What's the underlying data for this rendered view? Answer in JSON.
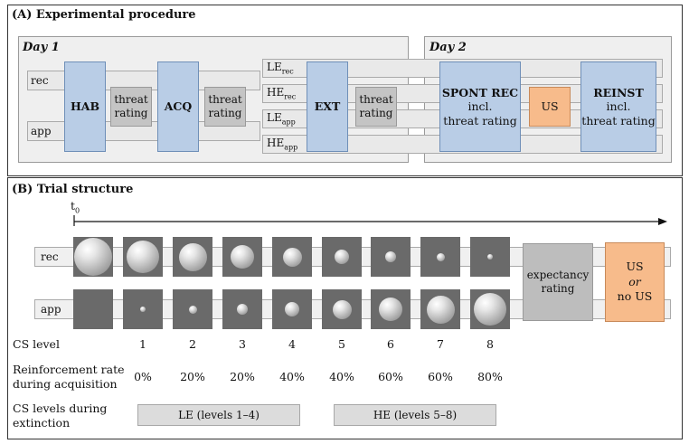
{
  "panel_a": {
    "title": "(A) Experimental procedure",
    "day1": "Day 1",
    "day2": "Day 2",
    "tracks_day1": [
      "rec",
      "app"
    ],
    "tracks_ext": [
      {
        "main": "LE",
        "sub": "rec"
      },
      {
        "main": "HE",
        "sub": "rec"
      },
      {
        "main": "LE",
        "sub": "app"
      },
      {
        "main": "HE",
        "sub": "app"
      }
    ],
    "hab": "HAB",
    "acq": "ACQ",
    "ext": "EXT",
    "threat_rating": "threat\nrating",
    "spont_rec_title": "SPONT REC",
    "spont_rec_body": "incl.\nthreat rating",
    "us": "US",
    "reinst_title": "REINST",
    "reinst_body": "incl.\nthreat rating"
  },
  "panel_b": {
    "title": "(B) Trial structure",
    "t0_main": "t",
    "t0_sub": "0",
    "rows": [
      "rec",
      "app"
    ],
    "expectancy_rating": "expectancy\nrating",
    "outcome_us": "US",
    "outcome_or": "or",
    "outcome_nous": "no US",
    "cs_level_label": "CS level",
    "cs_levels": [
      "1",
      "2",
      "3",
      "4",
      "5",
      "6",
      "7",
      "8"
    ],
    "reinforcement_label": "Reinforcement rate\nduring acquisition",
    "reinforcement_rates": [
      "0%",
      "20%",
      "20%",
      "40%",
      "40%",
      "60%",
      "60%",
      "80%"
    ],
    "extinction_label": "CS levels during\nextinction",
    "le_levels": "LE (levels 1–4)",
    "he_levels": "HE (levels 5–8)"
  }
}
